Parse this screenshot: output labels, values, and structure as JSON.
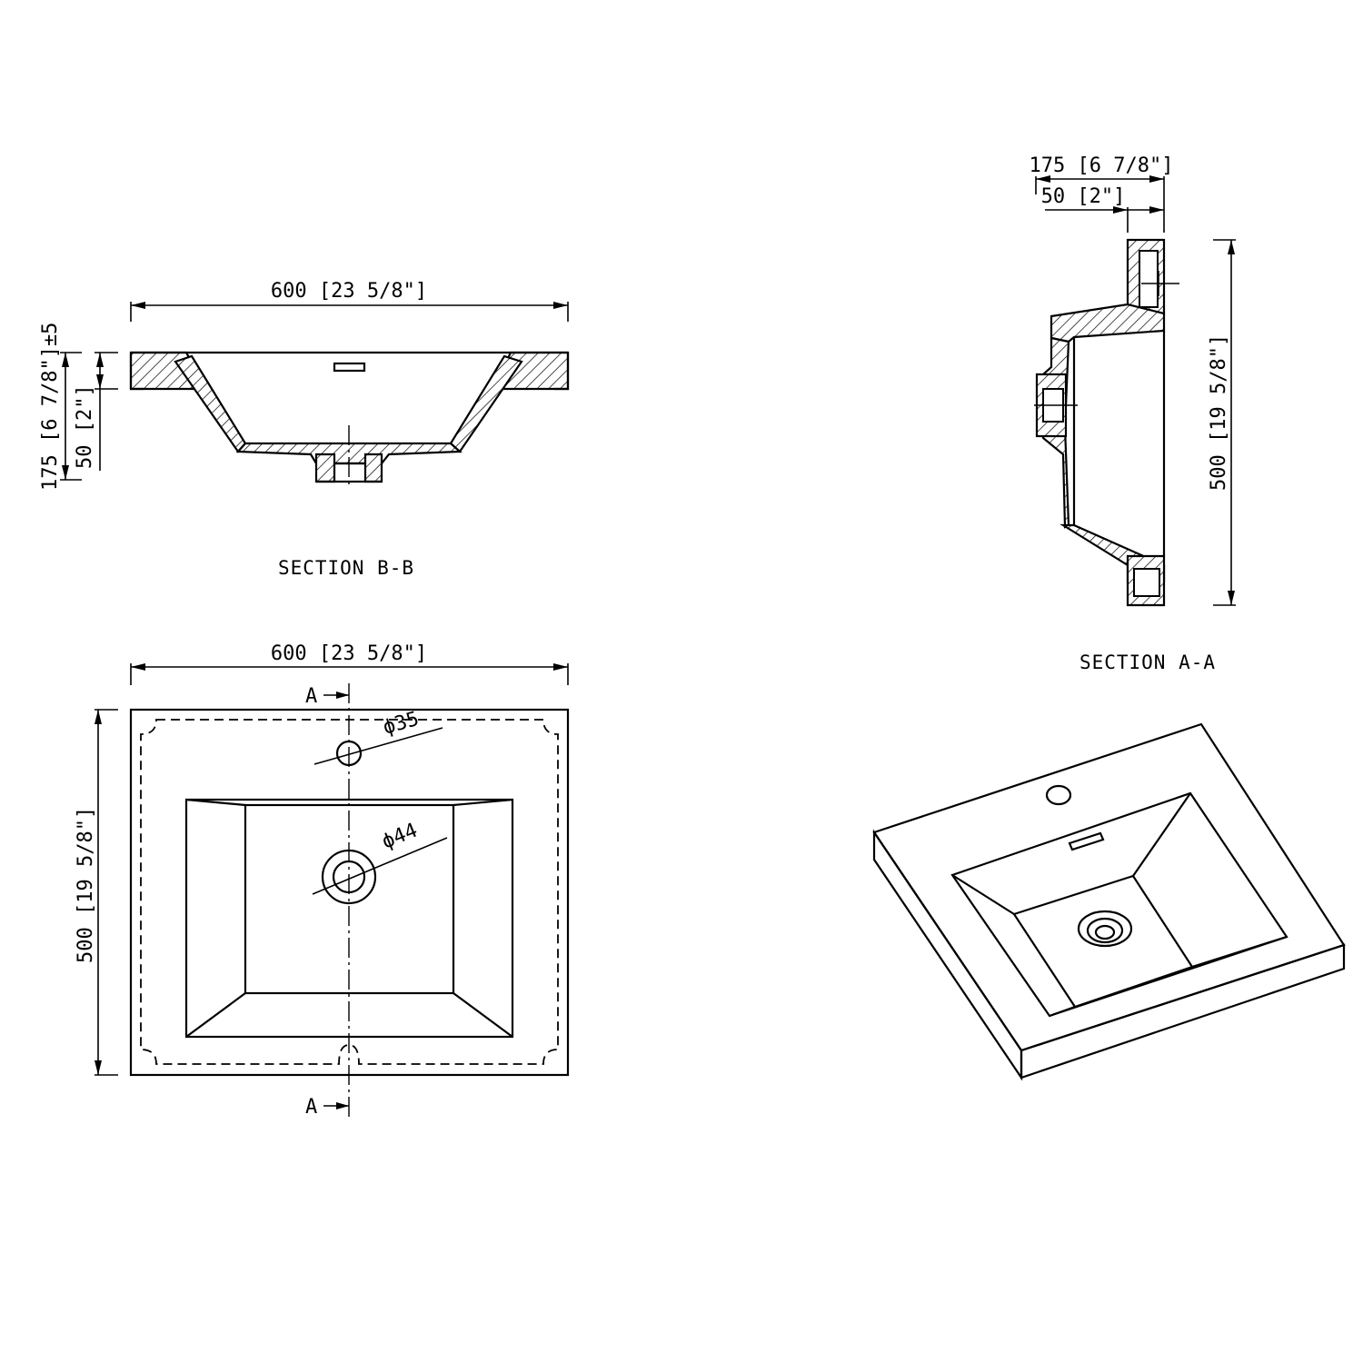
{
  "section_bb": {
    "caption": "SECTION B-B",
    "width_label": "600 [23 5/8\"]",
    "height_total_label": "175 [6 7/8\"]±5",
    "height_rim_label": "50 [2\"]"
  },
  "section_aa": {
    "caption": "SECTION A-A",
    "depth_total_label": "175 [6 7/8\"]",
    "depth_rim_label": "50 [2\"]",
    "length_label": "500 [19 5/8\"]"
  },
  "plan_view": {
    "width_label": "600 [23 5/8\"]",
    "depth_label": "500 [19 5/8\"]",
    "faucet_hole_label": "ϕ35",
    "drain_label": "ϕ44",
    "section_marker_top": "A",
    "section_marker_bottom": "A"
  },
  "isometric_view": {}
}
